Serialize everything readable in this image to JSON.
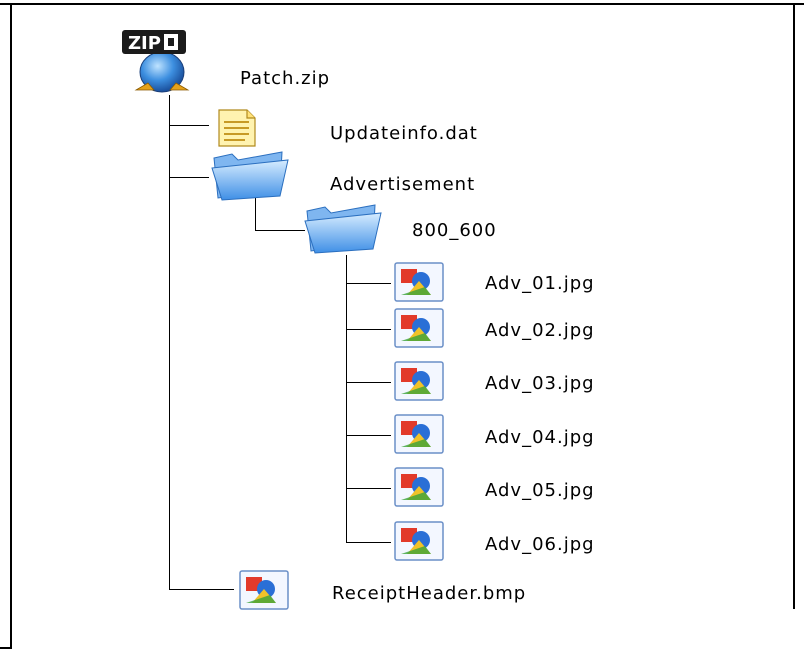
{
  "tree": {
    "root": {
      "label": "Patch.zip",
      "icon": "zip-archive-icon"
    },
    "children": [
      {
        "label": "Updateinfo.dat",
        "icon": "text-file-icon"
      },
      {
        "label": "Advertisement",
        "icon": "folder-icon",
        "children": [
          {
            "label": "800_600",
            "icon": "folder-icon",
            "children": [
              {
                "label": "Adv_01.jpg",
                "icon": "image-file-icon"
              },
              {
                "label": "Adv_02.jpg",
                "icon": "image-file-icon"
              },
              {
                "label": "Adv_03.jpg",
                "icon": "image-file-icon"
              },
              {
                "label": "Adv_04.jpg",
                "icon": "image-file-icon"
              },
              {
                "label": "Adv_05.jpg",
                "icon": "image-file-icon"
              },
              {
                "label": "Adv_06.jpg",
                "icon": "image-file-icon"
              }
            ]
          }
        ]
      },
      {
        "label": "ReceiptHeader.bmp",
        "icon": "image-file-icon"
      }
    ]
  }
}
